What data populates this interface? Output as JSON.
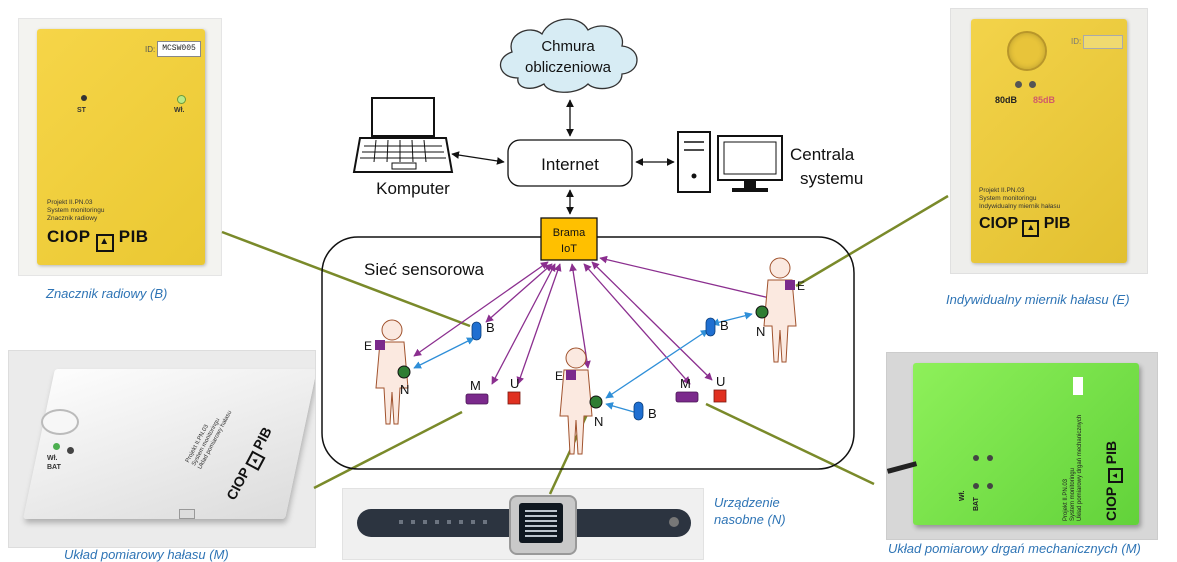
{
  "diagram": {
    "cloud": {
      "line1": "Chmura",
      "line2": "obliczeniowa"
    },
    "internet": "Internet",
    "computer": "Komputer",
    "central": {
      "line1": "Centrala",
      "line2": "systemu"
    },
    "gateway": {
      "line1": "Brama",
      "line2": "IoT"
    },
    "network_title": "Sieć sensorowa",
    "node_letters": {
      "B": "B",
      "E": "E",
      "N": "N",
      "M": "M",
      "U": "U"
    }
  },
  "photos": {
    "marker": {
      "caption": "Znacznik radiowy (B)",
      "id_label": "ID:",
      "id_value": "MCSW005",
      "st": "ST",
      "wl": "Wł.",
      "project": [
        "Projekt II.PN.03",
        "System monitoringu",
        "Znacznik radiowy"
      ],
      "brand_left": "CIOP",
      "brand_right": "PIB"
    },
    "meter": {
      "caption": "Indywidualny miernik hałasu (E)",
      "id_label": "ID:",
      "db80": "80dB",
      "db85": "85dB",
      "project": [
        "Projekt II.PN.03",
        "System monitoringu",
        "Indywidualny miernik hałasu"
      ],
      "brand_left": "CIOP",
      "brand_right": "PIB"
    },
    "noise_unit": {
      "caption": "Układ pomiarowy hałasu (M)",
      "wl": "Wł.",
      "bat": "BAT",
      "project": [
        "Projekt II.PN.03",
        "System monitoringu",
        "Układ pomiarowy hałasu"
      ],
      "brand_left": "CIOP",
      "brand_right": "PIB"
    },
    "vibration_unit": {
      "caption": "Układ pomiarowy drgań mechanicznych (M)",
      "wl": "Wł.",
      "bat": "BAT",
      "project": [
        "Projekt II.PN.03",
        "System monitoringu",
        "Układ pomiarowy drgań mechanicznych"
      ],
      "brand_left": "CIOP",
      "brand_right": "PIB"
    },
    "watch": {
      "caption_line1": "Urządzenie",
      "caption_line2": "nasobne (N)"
    }
  },
  "colors": {
    "arrow_purple": "#8b2f8f",
    "arrow_blue": "#2f8fd8",
    "arrow_olive": "#7a8a2a",
    "gateway_fill": "#ffc000",
    "cloud_fill": "#d7ecf4",
    "node_green": "#2e7d32",
    "tag_blue": "#1f6fd1",
    "meter_purple": "#7b2a8c",
    "u_red": "#e03020",
    "caption_blue": "#2e74b5"
  }
}
